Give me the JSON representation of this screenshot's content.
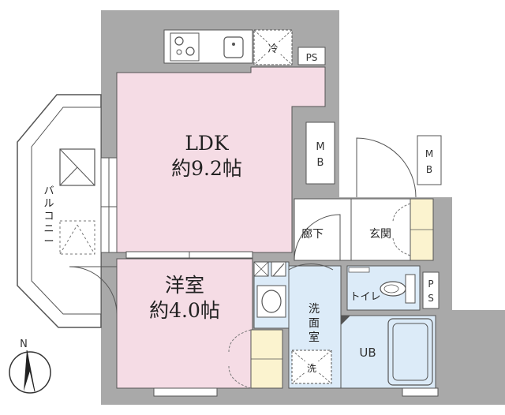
{
  "rooms": {
    "ldk_name": "LDK",
    "ldk_size": "約9.2帖",
    "western_name": "洋室",
    "western_size": "約4.0帖",
    "hallway": "廊下",
    "entrance": "玄関",
    "toilet": "トイレ",
    "washroom_1": "洗",
    "washroom_2": "面",
    "washroom_3": "室",
    "bath": "UB",
    "balcony_1": "バ",
    "balcony_2": "ル",
    "balcony_3": "コ",
    "balcony_4": "ニ",
    "balcony_5": "ー"
  },
  "fixtures": {
    "fridge": "冷",
    "washer": "洗",
    "ps_top": "PS",
    "ps_right_1": "P",
    "ps_right_2": "S",
    "mb_left_1": "M",
    "mb_left_2": "B",
    "mb_right_1": "M",
    "mb_right_2": "B"
  },
  "compass": {
    "north": "N"
  },
  "colors": {
    "wall": "#a9a9a9",
    "living_floor": "#f5dce5",
    "wet_floor": "#dcebf8",
    "storage": "#fbf3cf",
    "line": "#555555"
  }
}
